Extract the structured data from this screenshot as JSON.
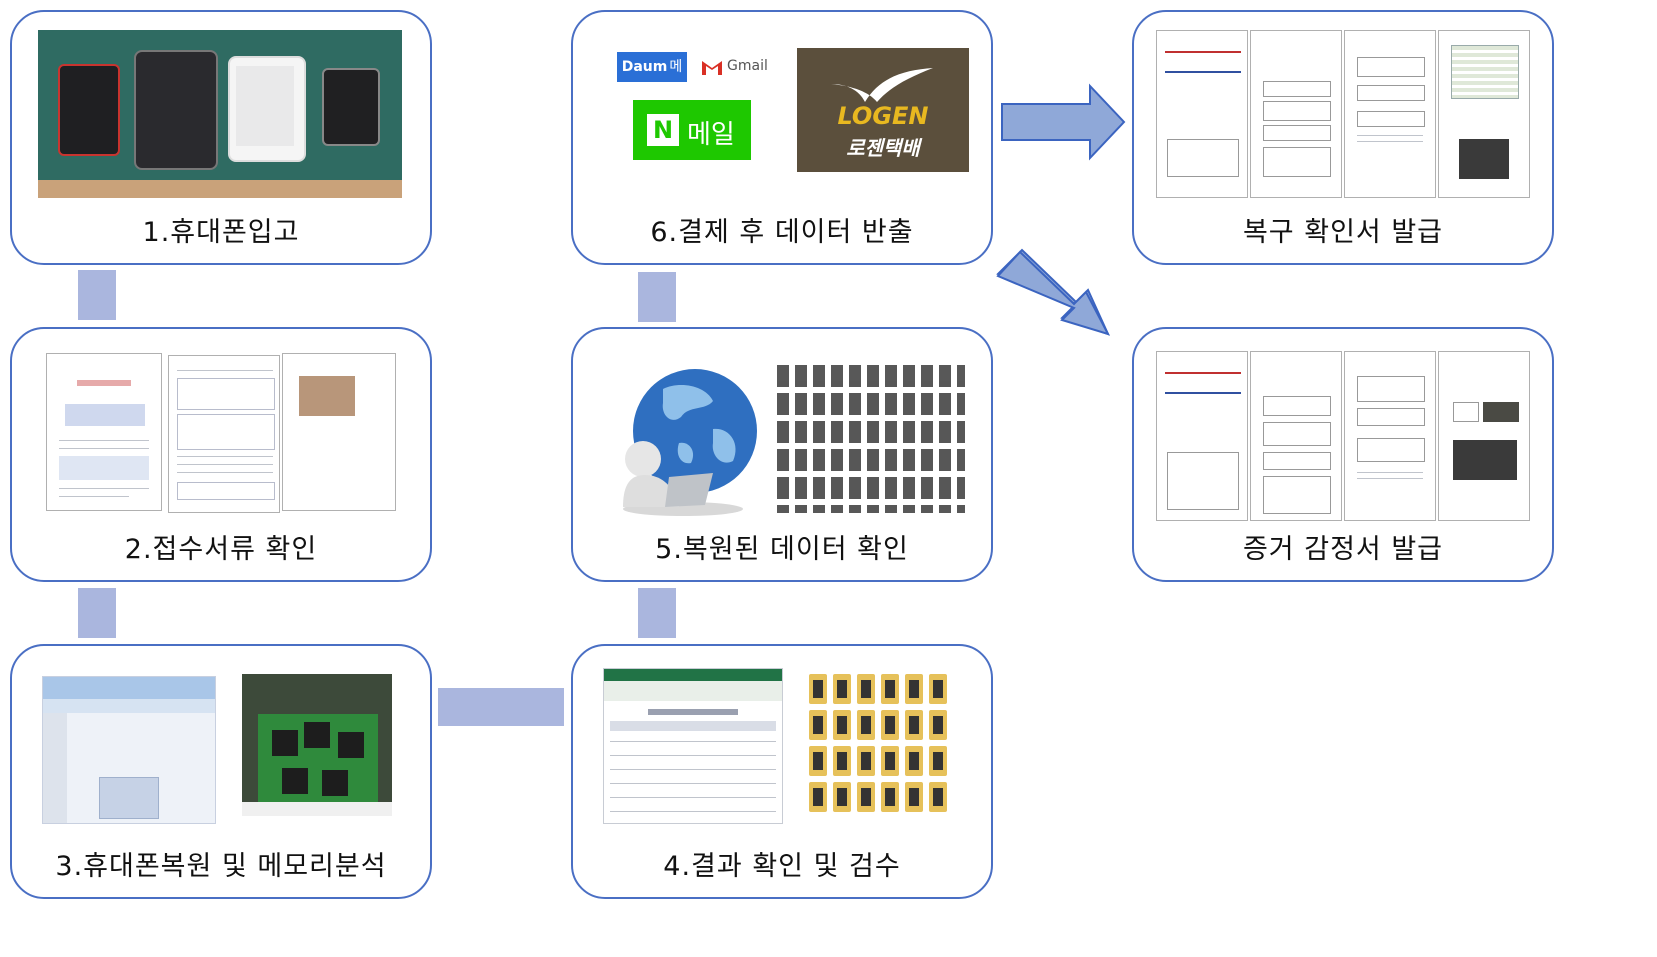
{
  "steps": {
    "s1": "1.휴대폰입고",
    "s2": "2.접수서류 확인",
    "s3": "3.휴대폰복원 및 메모리분석",
    "s4": "4.결과 확인 및 검수",
    "s5": "5.복원된 데이터 확인",
    "s6": "6.결제 후 데이터 반출"
  },
  "outputs": {
    "o1": "복구 확인서 발급",
    "o2": "증거 감정서 발급"
  },
  "logos": {
    "daum": "메일",
    "gmail": "Gmail",
    "naver_n": "N",
    "naver": "메일",
    "logen": "LOGEN",
    "logen_kr": "로젠택배"
  },
  "colors": {
    "border": "#4a6fc4",
    "connector": "#aab6de",
    "arrow_fill": "#8fa8d8",
    "arrow_stroke": "#3b64c0"
  }
}
